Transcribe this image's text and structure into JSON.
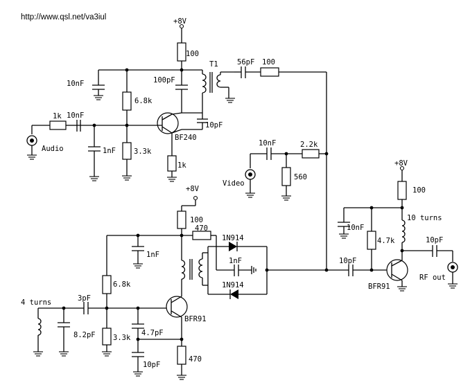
{
  "source_url": "http://www.qsl.net/va3iul",
  "labels": {
    "vcc1": "+8V",
    "r_top": "100",
    "c_bypass1": "10nF",
    "c_100pf": "100pF",
    "t1": "T1",
    "c_56pf": "56pF",
    "r_100_out": "100",
    "r_68k_a": "6.8k",
    "r_1k_in": "1k",
    "c_10nf_in": "10nF",
    "audio": "Audio",
    "c_1nf_a": "1nF",
    "r_33k_a": "3.3k",
    "q1": "BF240",
    "c_10pf_a": "10pF",
    "r_1k_e": "1k",
    "c_10nf_v": "10nF",
    "r_22k": "2.2k",
    "r_560": "560",
    "video": "Video",
    "vcc2": "+8V",
    "r_100_b": "100",
    "r_470_a": "470",
    "d1": "1N914",
    "d2": "1N914",
    "c_1nf_b": "1nF",
    "c_1nf_c": "1nF",
    "r_68k_b": "6.8k",
    "c_3pf": "3pF",
    "l_4turns": "4 turns",
    "c_82pf": "8.2pF",
    "r_33k_b": "3.3k",
    "c_47pf": "4.7pF",
    "q2": "BFR91",
    "c_10pf_b": "10pF",
    "r_470_b": "470",
    "c_10pf_c": "10pF",
    "vcc3": "+8V",
    "r_100_c": "100",
    "c_10nf_c": "10nF",
    "l_10turns": "10 turns",
    "r_47k": "4.7k",
    "c_10pf_out": "10pF",
    "q3": "BFR91",
    "rf_out": "RF out"
  }
}
